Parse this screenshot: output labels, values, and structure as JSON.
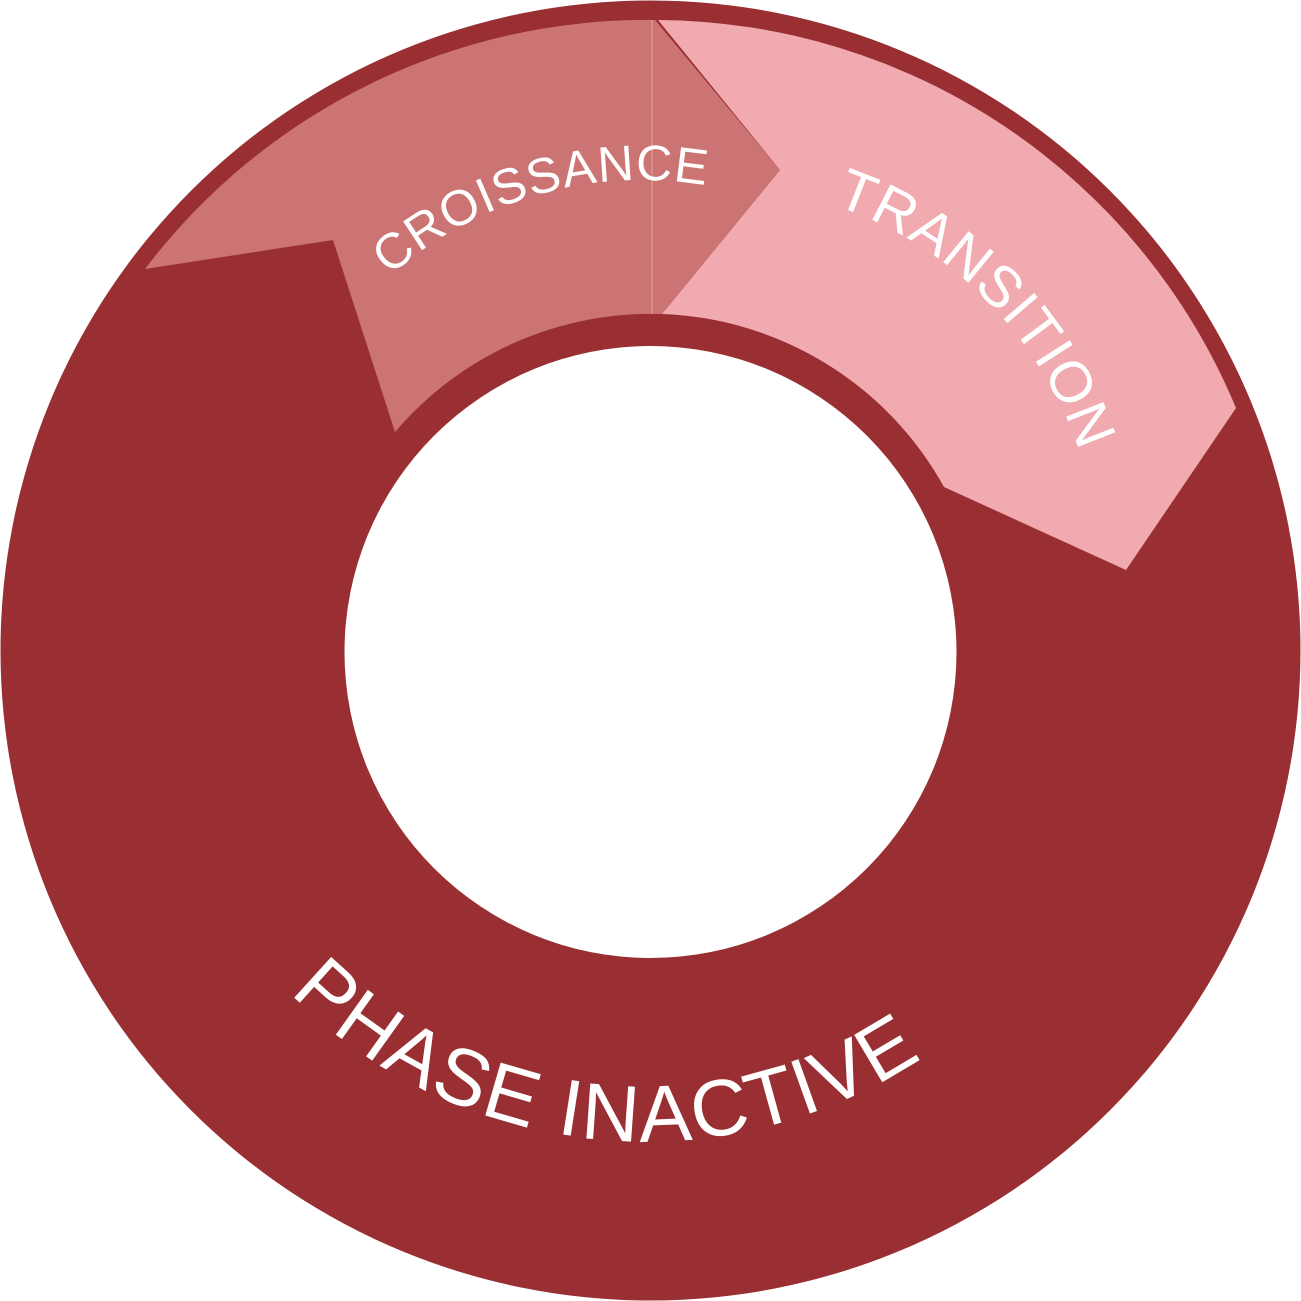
{
  "diagram": {
    "type": "cycle",
    "phases": [
      {
        "id": "croissance",
        "label": "CROISSANCE",
        "color": "#cc7474"
      },
      {
        "id": "transition",
        "label": "TRANSITION",
        "color": "#f0aab0"
      },
      {
        "id": "inactive",
        "label": "PHASE INACTIVE",
        "color": "#992f33"
      }
    ],
    "ring_color": "#992f33",
    "center_color": "#ffffff"
  }
}
